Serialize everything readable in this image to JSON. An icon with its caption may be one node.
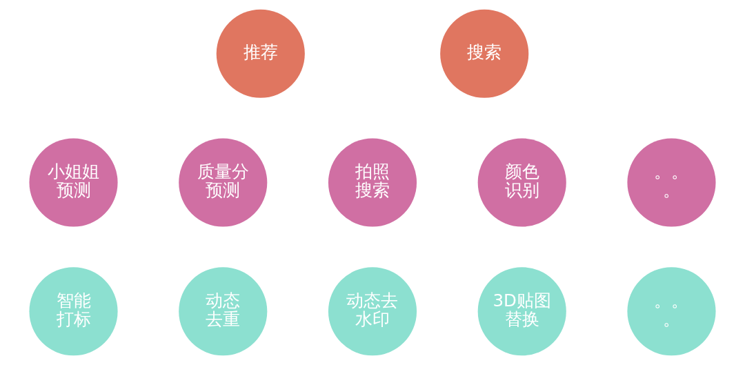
{
  "diagram": {
    "nodes": [
      {
        "text": [
          "推荐"
        ]
      },
      {
        "text": [
          "搜索"
        ]
      },
      {
        "text": [
          "小姐姐预测"
        ]
      },
      {
        "text": [
          "质量分预测"
        ]
      },
      {
        "text": [
          "拍照搜索"
        ]
      },
      {
        "text": [
          "颜色识别"
        ]
      },
      {
        "text": [
          "。。。"
        ]
      },
      {
        "text": [
          "智能打标"
        ]
      },
      {
        "text": [
          "动态去重"
        ]
      },
      {
        "text": [
          "动态去水印"
        ]
      },
      {
        "text": [
          "3D贴图替换"
        ]
      },
      {
        "text": [
          "。。。"
        ]
      }
    ],
    "edges": []
  }
}
